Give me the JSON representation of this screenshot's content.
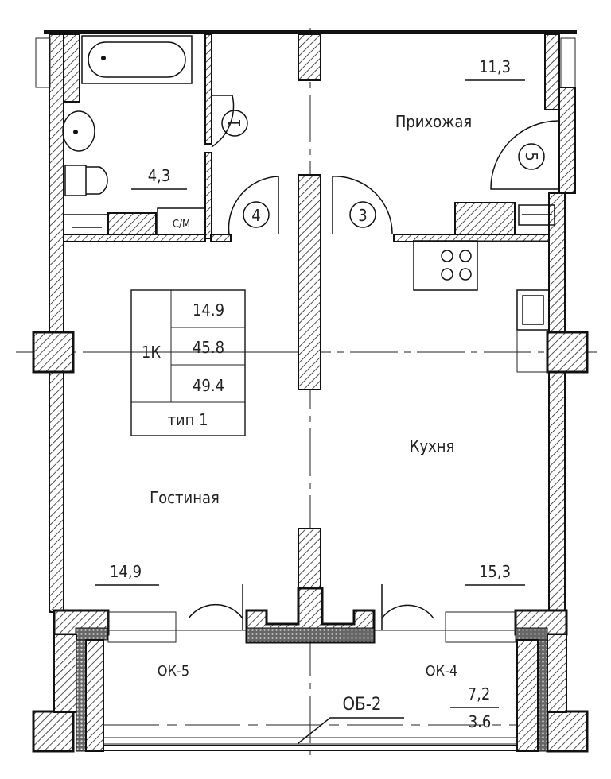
{
  "rooms": {
    "bathroom": {
      "area": "4,3",
      "washer_label": "С/М"
    },
    "hallway": {
      "name": "Прихожая",
      "area": "11,3"
    },
    "living": {
      "name": "Гостиная",
      "area": "14,9"
    },
    "kitchen": {
      "name": "Кухня",
      "area": "15,3"
    },
    "balcony": {
      "window_left": "ОК-5",
      "window_right": "ОК-4",
      "railing": "ОБ-2",
      "area_full": "7,2",
      "area_reduced": "3.6"
    }
  },
  "doors": [
    "1",
    "4",
    "3",
    "5"
  ],
  "apartment_table": {
    "type_code": "1К",
    "living_area": "14.9",
    "total_area": "45.8",
    "total_with_balcony": "49.4",
    "type_label": "тип 1"
  }
}
